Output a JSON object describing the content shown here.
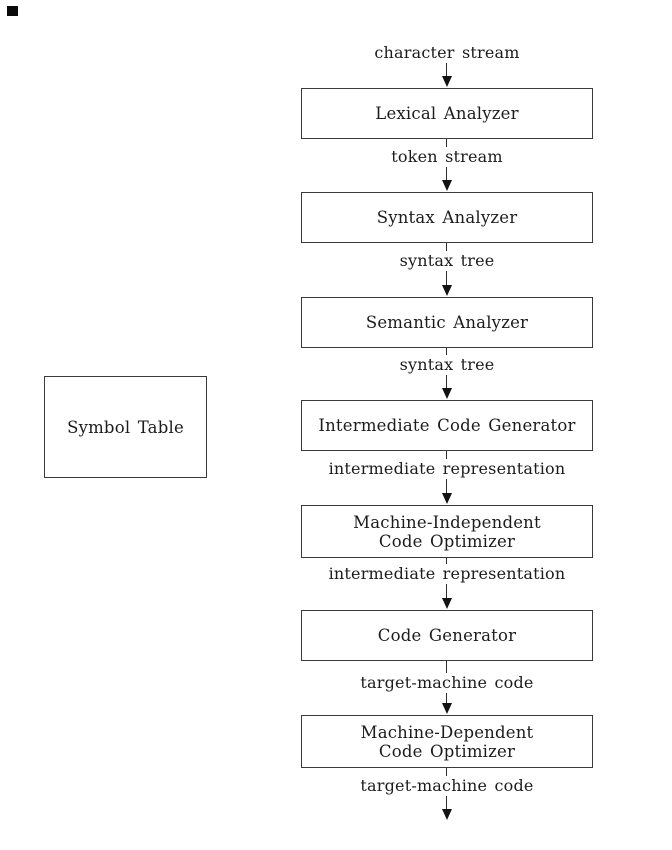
{
  "diagram": {
    "flow": [
      {
        "type": "label",
        "text": "character stream"
      },
      {
        "type": "box",
        "lines": [
          "Lexical Analyzer"
        ]
      },
      {
        "type": "label",
        "text": "token stream"
      },
      {
        "type": "box",
        "lines": [
          "Syntax Analyzer"
        ]
      },
      {
        "type": "label",
        "text": "syntax tree"
      },
      {
        "type": "box",
        "lines": [
          "Semantic Analyzer"
        ]
      },
      {
        "type": "label",
        "text": "syntax tree"
      },
      {
        "type": "box",
        "lines": [
          "Intermediate Code Generator"
        ]
      },
      {
        "type": "label",
        "text": "intermediate representation"
      },
      {
        "type": "box",
        "lines": [
          "Machine-Independent",
          "Code Optimizer"
        ]
      },
      {
        "type": "label",
        "text": "intermediate representation"
      },
      {
        "type": "box",
        "lines": [
          "Code Generator"
        ]
      },
      {
        "type": "label",
        "text": "target-machine code"
      },
      {
        "type": "box",
        "lines": [
          "Machine-Dependent",
          "Code Optimizer"
        ]
      },
      {
        "type": "label",
        "text": "target-machine code"
      }
    ],
    "side_box": {
      "label": "Symbol Table"
    },
    "colors": {
      "ink": "#1c1c1c",
      "border": "#3a3a3a",
      "arrow": "#131313",
      "background": "#ffffff"
    }
  }
}
